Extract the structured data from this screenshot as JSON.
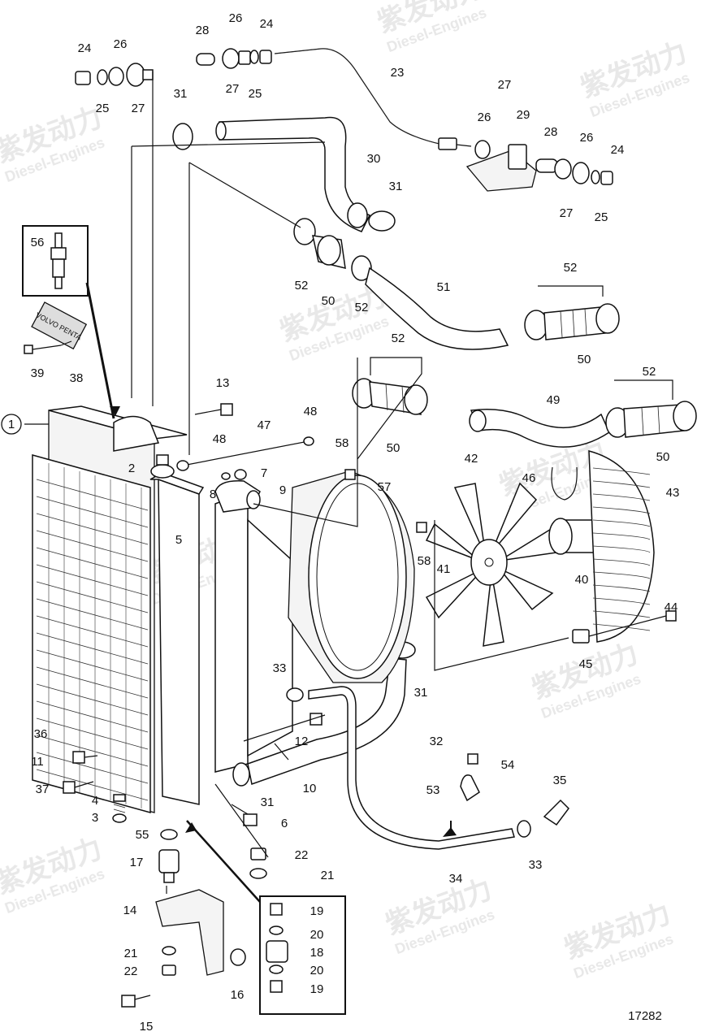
{
  "watermark": {
    "brand_cn": "紫发动力",
    "brand_en": "Diesel-Engines"
  },
  "drawing_number": "17282",
  "inset_plate_text": "VOLVO PENTA",
  "callouts": {
    "c1": "1",
    "c2": "2",
    "c3": "3",
    "c4": "4",
    "c5": "5",
    "c6": "6",
    "c7": "7",
    "c8": "8",
    "c9": "9",
    "c10": "10",
    "c11": "11",
    "c12": "12",
    "c13": "13",
    "c14": "14",
    "c15": "15",
    "c16": "16",
    "c17": "17",
    "c18": "18",
    "c19a": "19",
    "c19b": "19",
    "c20a": "20",
    "c20b": "20",
    "c21a": "21",
    "c21b": "21",
    "c22a": "22",
    "c22b": "22",
    "c23": "23",
    "c24a": "24",
    "c24b": "24",
    "c24c": "24",
    "c25a": "25",
    "c25b": "25",
    "c25c": "25",
    "c26a": "26",
    "c26b": "26",
    "c26c": "26",
    "c26d": "26",
    "c27a": "27",
    "c27b": "27",
    "c27c": "27",
    "c27d": "27",
    "c28a": "28",
    "c28b": "28",
    "c29": "29",
    "c30": "30",
    "c31a": "31",
    "c31b": "31",
    "c31c": "31",
    "c31d": "31",
    "c32": "32",
    "c33a": "33",
    "c33b": "33",
    "c34": "34",
    "c35": "35",
    "c36": "36",
    "c37": "37",
    "c38": "38",
    "c39": "39",
    "c40": "40",
    "c41": "41",
    "c42": "42",
    "c43": "43",
    "c44": "44",
    "c45": "45",
    "c46": "46",
    "c47": "47",
    "c48a": "48",
    "c48b": "48",
    "c49": "49",
    "c50a": "50",
    "c50b": "50",
    "c50c": "50",
    "c50d": "50",
    "c51": "51",
    "c52a": "52",
    "c52b": "52",
    "c52c": "52",
    "c52d": "52",
    "c52e": "52",
    "c53": "53",
    "c54": "54",
    "c55": "55",
    "c56": "56",
    "c57": "57",
    "c58a": "58",
    "c58b": "58"
  }
}
